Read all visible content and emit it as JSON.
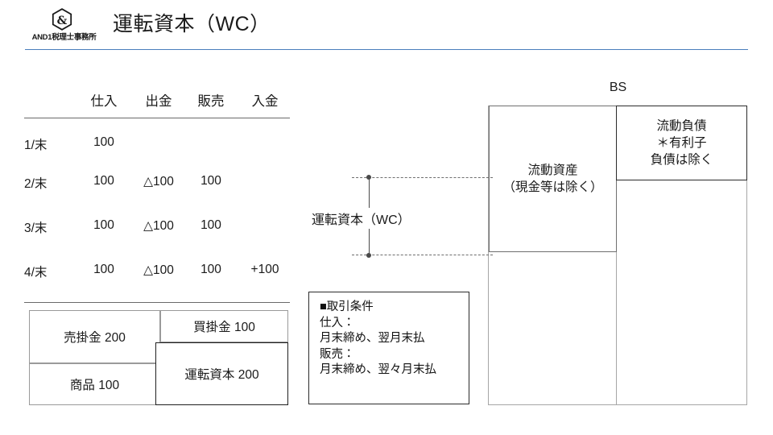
{
  "header": {
    "logo_mark": "hexagon-ampersand",
    "logo_text": "AND1税理士事務所",
    "title": "運転資本（WC）",
    "rule_color": "#4a7ebc"
  },
  "schedule": {
    "columns": [
      "仕入",
      "出金",
      "販売",
      "入金"
    ],
    "rows": [
      {
        "date": "1/末",
        "purchase": "100",
        "payment": "",
        "sales": "",
        "receipt": ""
      },
      {
        "date": "2/末",
        "purchase": "100",
        "payment": "△100",
        "sales": "100",
        "receipt": ""
      },
      {
        "date": "3/末",
        "purchase": "100",
        "payment": "△100",
        "sales": "100",
        "receipt": ""
      },
      {
        "date": "4/末",
        "purchase": "100",
        "payment": "△100",
        "sales": "100",
        "receipt": "+100"
      }
    ]
  },
  "mini_bs": {
    "accounts_receivable": "売掛金  200",
    "inventory": "商品  100",
    "accounts_payable": "買掛金 100",
    "working_capital": "運転資本 200"
  },
  "terms_box": {
    "heading": "■取引条件",
    "lines": [
      "仕入：",
      "月末締め、翌月末払",
      "販売：",
      "月末締め、翌々月末払"
    ]
  },
  "bs_diagram": {
    "label": "BS",
    "current_assets": "流動資産\n（現金等は除く）",
    "current_assets_line1": "流動資産",
    "current_assets_line2": "（現金等は除く）",
    "current_liabilities_line1": "流動負債",
    "current_liabilities_line2": "＊有利子",
    "current_liabilities_line3": "負債は除く"
  },
  "annotation": {
    "working_capital_label": "運転資本（WC）"
  }
}
